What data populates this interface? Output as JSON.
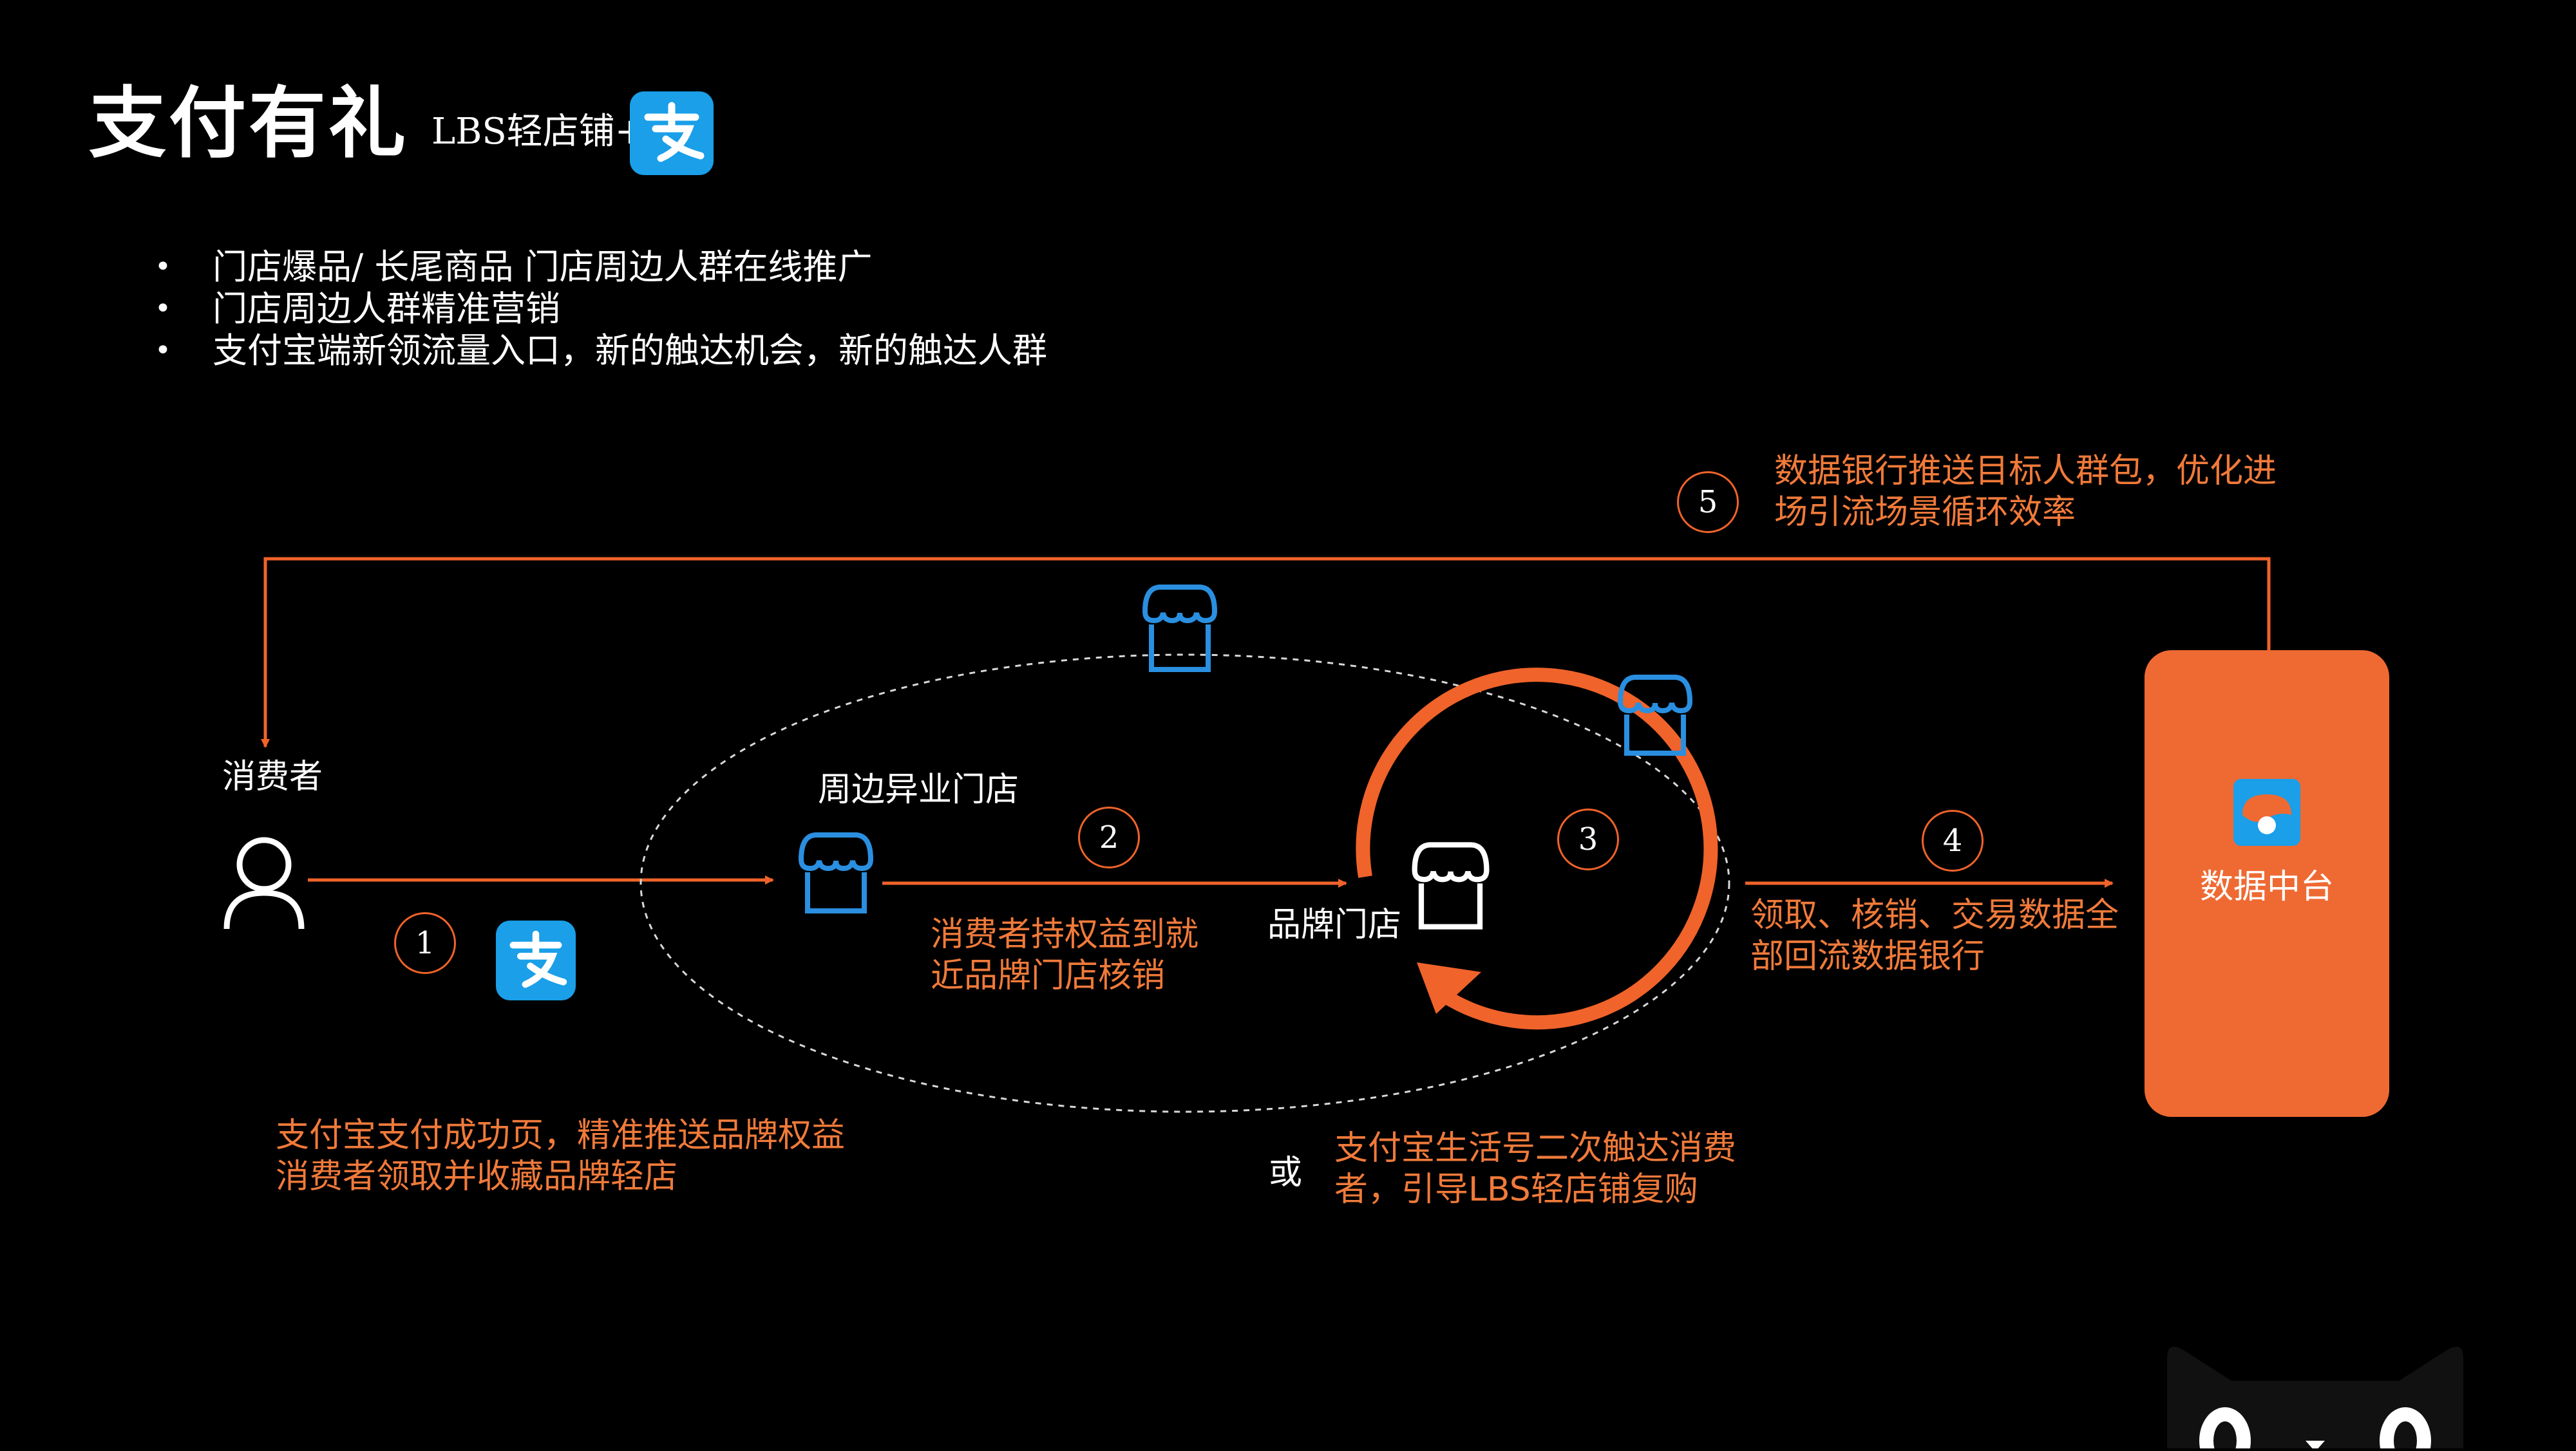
{
  "header": {
    "title": "支付有礼",
    "subtitle": "LBS轻店铺+"
  },
  "bullets": [
    "门店爆品/ 长尾商品 门店周边人群在线推广",
    "门店周边人群精准营销",
    "支付宝端新领流量入口，新的触达机会，新的触达人群"
  ],
  "nodes": {
    "consumer": "消费者",
    "nearby_stores": "周边异业门店",
    "brand_store": "品牌门店",
    "data_center": "数据中台",
    "or": "或"
  },
  "steps": [
    {
      "num": "1",
      "text_line1": "支付宝支付成功页，精准推送品牌权益",
      "text_line2": "消费者领取并收藏品牌轻店"
    },
    {
      "num": "2",
      "text_line1": "消费者持权益到就",
      "text_line2": "近品牌门店核销"
    },
    {
      "num": "3"
    },
    {
      "num": "4",
      "text_line1": "领取、核销、交易数据全",
      "text_line2": "部回流数据银行"
    },
    {
      "num": "5",
      "text_line1": "数据银行推送目标人群包，优化进",
      "text_line2": "场引流场景循环效率"
    }
  ],
  "secondary": {
    "text_line1": "支付宝生活号二次触达消费",
    "text_line2": "者，引导LBS轻店铺复购"
  },
  "colors": {
    "background": "#000000",
    "accent": "#f0632a",
    "accent_text": "#f07a3a",
    "panel": "#ef6a33",
    "alipay_blue": "#1a9fe8",
    "store_icon_blue": "#2a8fe0"
  },
  "icons": [
    "alipay-logo-icon",
    "user-icon",
    "store-icon",
    "data-bank-icon",
    "tmall-cat-icon"
  ]
}
